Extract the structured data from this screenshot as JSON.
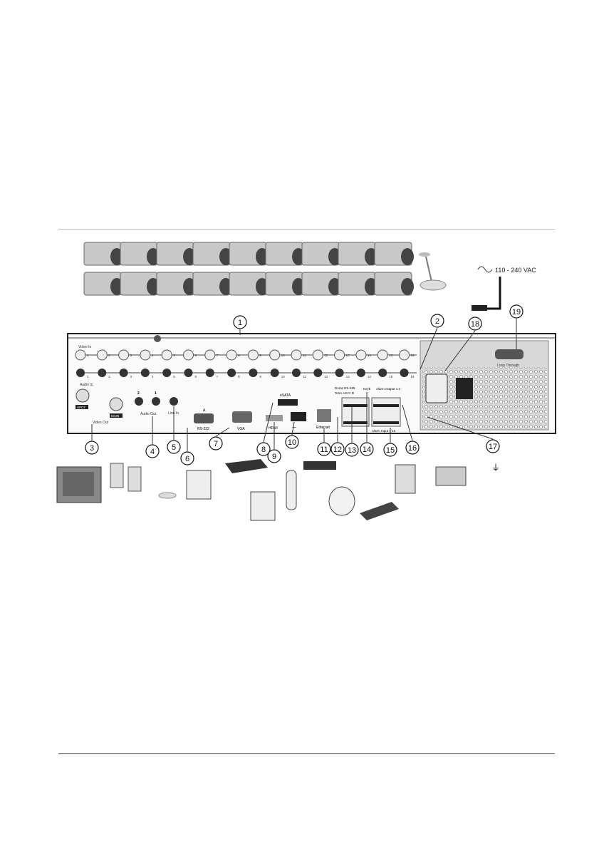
{
  "power_label": "110 - 240 VAC",
  "panel": {
    "video_in": "Video In",
    "audio_in": "Audio In",
    "video_out": "Video Out",
    "spot": "SPOT",
    "main": "MAIN",
    "audio_out": "Audio Out",
    "audio_out_ch": [
      "2",
      "1"
    ],
    "line_in": "Line In",
    "rs232_a": "A",
    "rs232": "RS-232",
    "vga": "VGA",
    "hdmi": "HDMI",
    "esata": "eSATA",
    "ethernet": "Ethernet",
    "dome": "Dome RS-485",
    "term": "Term A B C D",
    "keyb": "Keyb",
    "alarm_output": "Alarm Output 1-4",
    "alarm_input": "Alarm Input 1-16",
    "loop_through": "Loop Through"
  },
  "channels": [
    "1",
    "2",
    "3",
    "4",
    "5",
    "6",
    "7",
    "8",
    "9",
    "10",
    "11",
    "12",
    "13",
    "14",
    "15",
    "16"
  ],
  "callouts": [
    "1",
    "2",
    "3",
    "4",
    "5",
    "6",
    "7",
    "8",
    "9",
    "10",
    "11",
    "12",
    "13",
    "14",
    "15",
    "16",
    "17",
    "18",
    "19"
  ]
}
